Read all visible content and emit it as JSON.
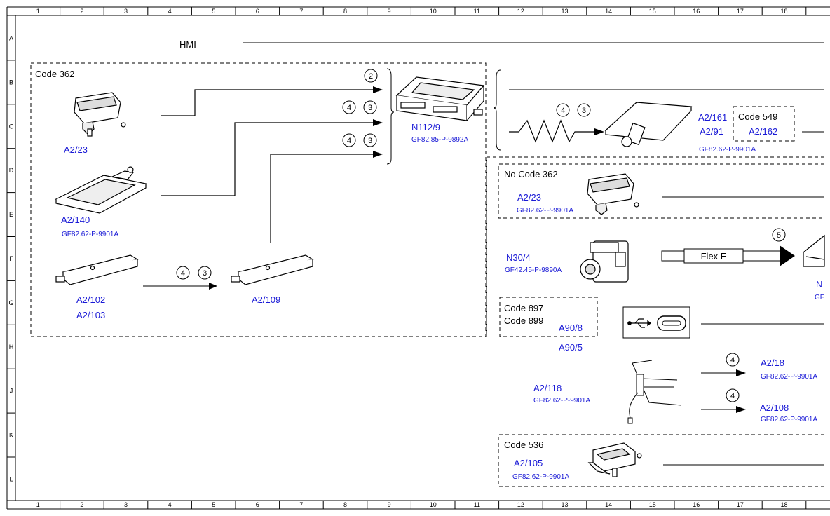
{
  "frame": {
    "columns": [
      "1",
      "2",
      "3",
      "4",
      "5",
      "6",
      "7",
      "8",
      "9",
      "10",
      "11",
      "12",
      "13",
      "14",
      "15",
      "16",
      "17",
      "18"
    ],
    "rows": [
      "A",
      "B",
      "C",
      "D",
      "E",
      "F",
      "G",
      "H",
      "J",
      "K",
      "L"
    ]
  },
  "hmi": {
    "label": "HMI"
  },
  "code362": {
    "title": "Code 362",
    "a223": "A2/23",
    "a2140": "A2/140",
    "a2140_ref": "GF82.62-P-9901A",
    "a2102": "A2/102",
    "a2103": "A2/103",
    "a2109": "A2/109",
    "markers": {
      "m2": "2",
      "m4": "4",
      "m3": "3"
    }
  },
  "n112": {
    "label": "N112/9",
    "ref": "GF82.85-P-9892A"
  },
  "right_top": {
    "m4": "4",
    "m3": "3",
    "a2161": "A2/161",
    "a291": "A2/91",
    "code549": "Code 549",
    "a2162": "A2/162",
    "ref": "GF82.62-P-9901A"
  },
  "no_code362": {
    "title": "No Code 362",
    "a223": "A2/23",
    "ref": "GF82.62-P-9901A"
  },
  "n304": {
    "label": "N30/4",
    "ref": "GF42.45-P-9890A",
    "marker": "5",
    "flex": "Flex E",
    "cut_label": "N",
    "cut_ref": "GF"
  },
  "code897": {
    "line1": "Code 897",
    "line2": "Code 899",
    "a908": "A90/8",
    "a905": "A90/5"
  },
  "a2118": {
    "label": "A2/118",
    "ref": "GF82.62-P-9901A"
  },
  "a218": {
    "label": "A2/18",
    "ref": "GF82.62-P-9901A",
    "marker": "4"
  },
  "a2108": {
    "label": "A2/108",
    "ref": "GF82.62-P-9901A",
    "marker": "4"
  },
  "code536": {
    "title": "Code 536",
    "a2105": "A2/105",
    "ref": "GF82.62-P-9901A"
  }
}
